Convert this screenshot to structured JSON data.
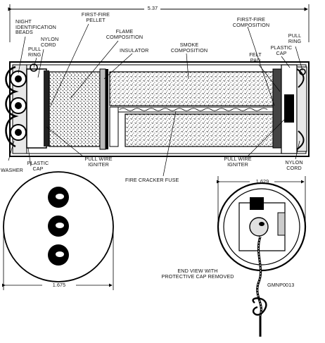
{
  "overall_length": "5.37",
  "labels": {
    "night_beads": "NIGHT\nIDENTIFICATION\nBEADS",
    "pull_ring_left": "PULL\nRING",
    "nylon_cord_left": "NYLON\nCORD",
    "first_fire_pellet": "FIRST-FIRE\nPELLET",
    "flame_composition": "FLAME\nCOMPOSITION",
    "insulator": "INSULATOR",
    "smoke_composition": "SMOKE\nCOMPOSITION",
    "first_fire_composition": "FIRST-FIRE\nCOMPOSITION",
    "felt_pad": "FELT\nPAD",
    "plastic_cap_right": "PLASTIC\nCAP",
    "pull_ring_right": "PULL\nRING",
    "washer": "WASHER",
    "plastic_cap_left": "PLASTIC\nCAP",
    "pull_wire_igniter_left": "PULL WIRE\nIGNITER",
    "fire_cracker_fuse": "FIRE CRACKER FUSE",
    "pull_wire_igniter_right": "PULL WIRE\nIGNITER",
    "nylon_cord_right": "NYLON\nCORD"
  },
  "dimensions": {
    "left_end_diameter": "1.675",
    "right_end_diameter": "1.629"
  },
  "caption": "END VIEW WITH\nPROTECTIVE CAP REMOVED",
  "figure_id": "GMNP0013"
}
